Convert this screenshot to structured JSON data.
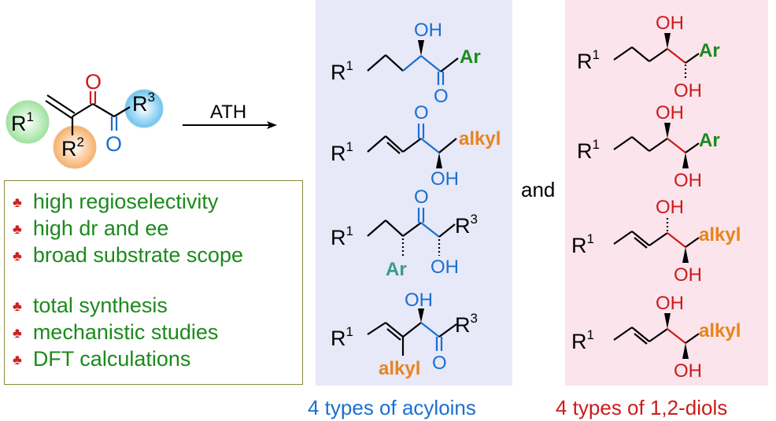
{
  "substrate": {
    "r1": "R",
    "r1_sup": "1",
    "r2": "R",
    "r2_sup": "2",
    "r3": "R",
    "r3_sup": "3",
    "o": "O"
  },
  "reaction": {
    "arrow_label": "ATH",
    "connector": "and"
  },
  "features": {
    "items": [
      "high regioselectivity",
      "high dr and ee",
      "broad substrate scope",
      "total synthesis",
      "mechanistic studies",
      "DFT calculations"
    ],
    "bullet": "♣"
  },
  "acyloins": {
    "caption": "4 types of acyloins",
    "products": [
      {
        "oh": "OH",
        "o": "O",
        "r1": "R",
        "sup": "1",
        "group": "Ar"
      },
      {
        "o": "O",
        "oh": "OH",
        "r1": "R",
        "sup": "1",
        "group": "alkyl"
      },
      {
        "o": "O",
        "oh": "OH",
        "r1": "R",
        "sup": "1",
        "r3": "R",
        "r3_sup": "3",
        "group": "Ar"
      },
      {
        "oh": "OH",
        "o": "O",
        "r1": "R",
        "sup": "1",
        "r3": "R",
        "r3_sup": "3",
        "group": "alkyl"
      }
    ]
  },
  "diols": {
    "caption": "4 types of 1,2-diols",
    "products": [
      {
        "oh1": "OH",
        "oh2": "OH",
        "r1": "R",
        "sup": "1",
        "group": "Ar"
      },
      {
        "oh1": "OH",
        "oh2": "OH",
        "r1": "R",
        "sup": "1",
        "group": "Ar"
      },
      {
        "oh1": "OH",
        "oh2": "OH",
        "r1": "R",
        "sup": "1",
        "group": "alkyl"
      },
      {
        "oh1": "OH",
        "oh2": "OH",
        "r1": "R",
        "sup": "1",
        "group": "alkyl"
      }
    ]
  },
  "colors": {
    "acyloin_panel": "#e7e8f8",
    "diol_panel": "#fbe4ec",
    "blue": "#1a6fd1",
    "red": "#cc1b1b",
    "green": "#1b8a1b",
    "orange": "#e8841a",
    "teal": "#3a9a8a",
    "black": "#000000"
  }
}
